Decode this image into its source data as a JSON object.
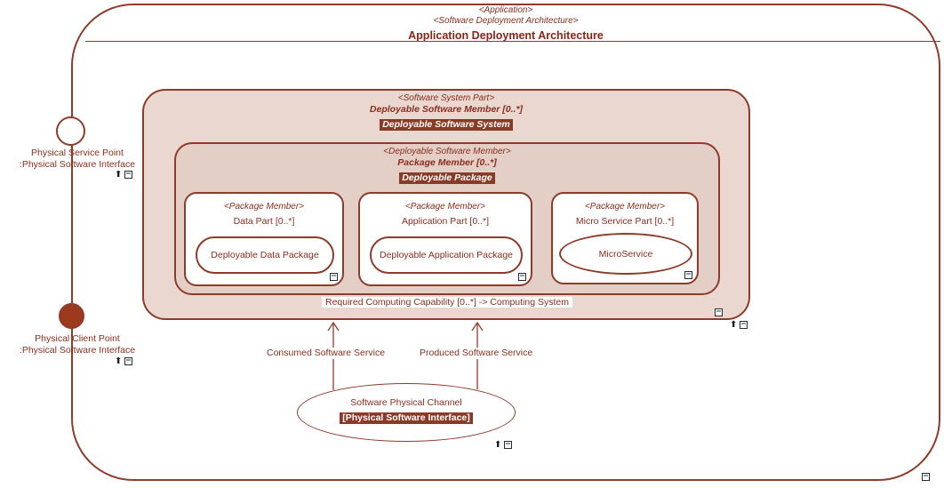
{
  "header": {
    "stereotype_app": "<Application>",
    "stereotype_sda": "<Software Deployment Architecture>",
    "title": "Application Deployment Architecture"
  },
  "service_point": {
    "name": "Physical Service Point",
    "type": ":Physical Software Interface"
  },
  "client_point": {
    "name": "Physical Client Point",
    "type": ":Physical Software Interface"
  },
  "system": {
    "stereotype": "<Software System Part>",
    "member": "Deployable Software Member [0..*]",
    "name": "Deployable Software System"
  },
  "package": {
    "stereotype": "<Deployable Software Member>",
    "member": "Package Member [0..*]",
    "name": "Deployable Package"
  },
  "parts": [
    {
      "stereotype": "<Package Member>",
      "label": "Data Part [0..*]",
      "component": "Deployable Data Package"
    },
    {
      "stereotype": "<Package Member>",
      "label": "Application Part [0..*]",
      "component": "Deployable Application Package"
    },
    {
      "stereotype": "<Package Member>",
      "label": "Micro Service Part [0..*]",
      "component": "MicroService"
    }
  ],
  "capability": "Required Computing Capability [0..*] -> Computing System",
  "connections": [
    {
      "label": "Consumed Software Service"
    },
    {
      "label": "Produced Software Service"
    }
  ],
  "channel": {
    "name": "Software Physical Channel",
    "interface": "[Physical Software Interface]"
  },
  "icons": {
    "up_arrow": "⬆",
    "composite": "window-square"
  },
  "colors": {
    "accent_border": "#8e3b2a",
    "text": "#8a2e1e",
    "highlight_bg": "#8a3a26",
    "fill_system": "#e9d7d0",
    "fill_package": "#e4cfc7",
    "client_point_fill": "#9c3a1e"
  }
}
